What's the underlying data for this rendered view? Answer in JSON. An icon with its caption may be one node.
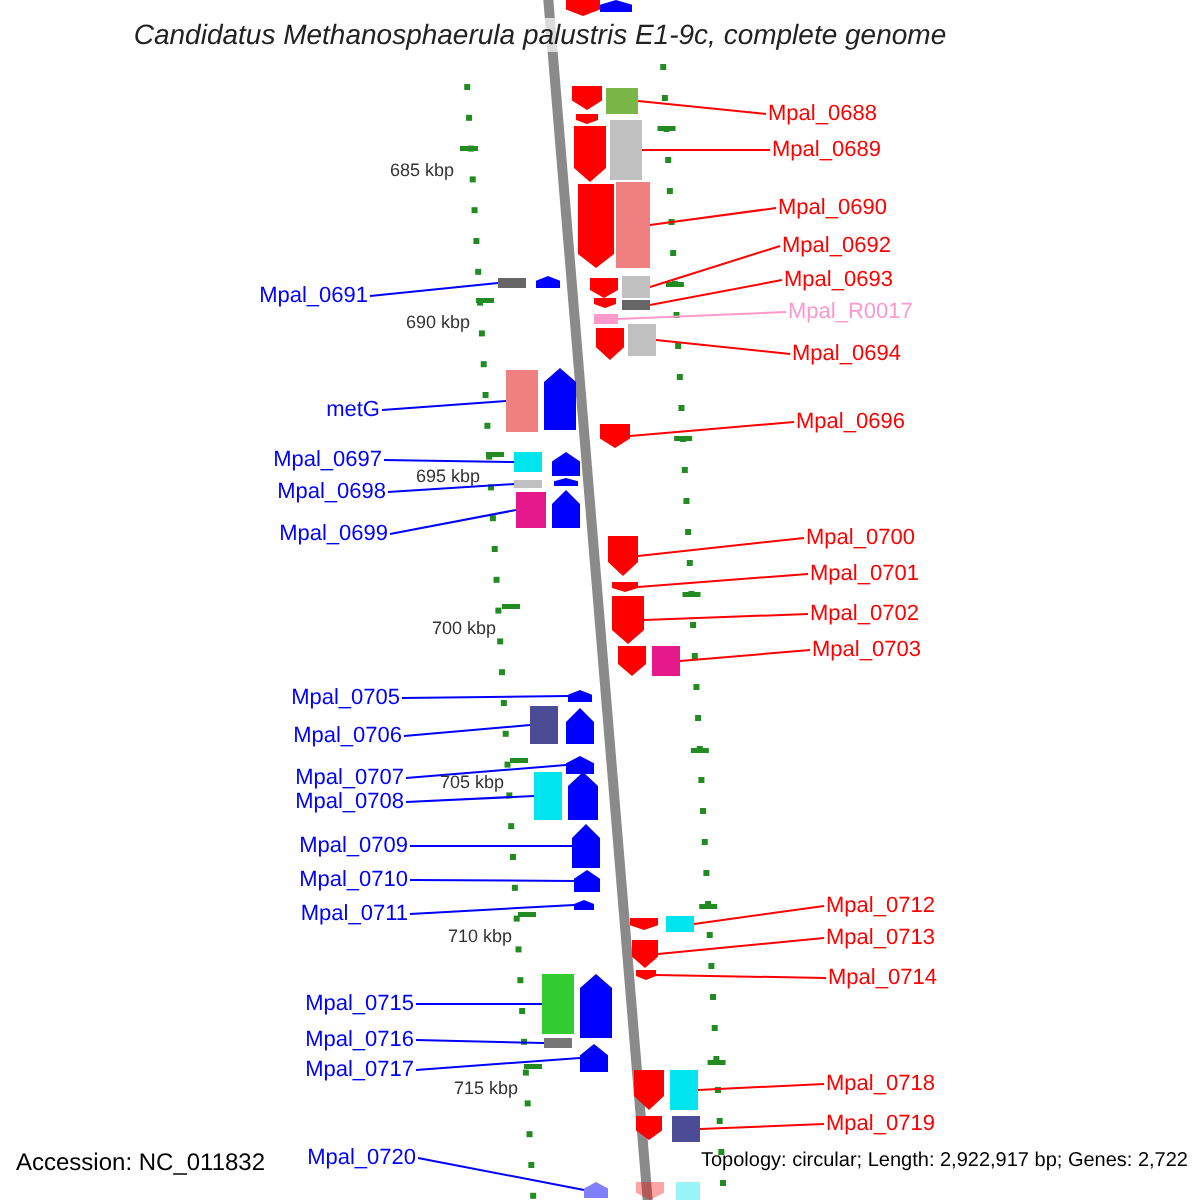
{
  "diagram": {
    "title": "Candidatus Methanosphaerula palustris E1-9c, complete genome",
    "nodes": [
      {
        "text": [
          "Mpal_0688"
        ]
      },
      {
        "text": [],
        "shape": "bar"
      },
      {
        "text": [
          "Mpal_0689"
        ]
      },
      {
        "text": [],
        "shape": "bar"
      },
      {
        "text": [
          "Mpal_0690"
        ]
      },
      {
        "text": [],
        "shape": "bar"
      },
      {
        "text": [
          "Mpal_0692"
        ]
      },
      {
        "text": [],
        "shape": "bar"
      },
      {
        "text": [
          "Mpal_0693"
        ]
      },
      {
        "text": [],
        "shape": "bar"
      },
      {
        "text": [
          "Mpal_R0017"
        ]
      },
      {
        "text": [],
        "shape": "bar"
      },
      {
        "text": [
          "Mpal_0694"
        ]
      },
      {
        "text": [],
        "shape": "bar"
      },
      {
        "text": [
          "Mpal_0696"
        ]
      },
      {
        "text": [],
        "shape": "pentagon"
      },
      {
        "text": [
          "Mpal_0700"
        ]
      },
      {
        "text": [],
        "shape": "pentagon"
      },
      {
        "text": [
          "Mpal_0701"
        ]
      },
      {
        "text": [],
        "shape": "pentagon"
      },
      {
        "text": [
          "Mpal_0702"
        ]
      },
      {
        "text": [],
        "shape": "pentagon"
      },
      {
        "text": [
          "Mpal_0703"
        ]
      },
      {
        "text": [],
        "shape": "bar"
      },
      {
        "text": [
          "Mpal_0712"
        ]
      },
      {
        "text": [],
        "shape": "bar"
      },
      {
        "text": [
          "Mpal_0713"
        ]
      },
      {
        "text": [],
        "shape": "pentagon"
      },
      {
        "text": [
          "Mpal_0714"
        ]
      },
      {
        "text": [],
        "shape": "pentagon"
      },
      {
        "text": [
          "Mpal_0718"
        ]
      },
      {
        "text": [],
        "shape": "bar"
      },
      {
        "text": [
          "Mpal_0719"
        ]
      },
      {
        "text": [],
        "shape": "bar"
      },
      {
        "text": [
          "Mpal_0691"
        ]
      },
      {
        "text": [],
        "shape": "bar"
      },
      {
        "text": [
          "metG"
        ]
      },
      {
        "text": [],
        "shape": "bar"
      },
      {
        "text": [
          "Mpal_0697"
        ]
      },
      {
        "text": [],
        "shape": "bar"
      },
      {
        "text": [
          "Mpal_0698"
        ]
      },
      {
        "text": [],
        "shape": "bar"
      },
      {
        "text": [
          "Mpal_0699"
        ]
      },
      {
        "text": [],
        "shape": "bar"
      },
      {
        "text": [
          "Mpal_0705"
        ]
      },
      {
        "text": [],
        "shape": "pentagon"
      },
      {
        "text": [
          "Mpal_0706"
        ]
      },
      {
        "text": [],
        "shape": "bar"
      },
      {
        "text": [
          "Mpal_0707"
        ]
      },
      {
        "text": [],
        "shape": "pentagon"
      },
      {
        "text": [
          "Mpal_0708"
        ]
      },
      {
        "text": [],
        "shape": "bar"
      },
      {
        "text": [
          "Mpal_0709"
        ]
      },
      {
        "text": [],
        "shape": "pentagon"
      },
      {
        "text": [
          "Mpal_0710"
        ]
      },
      {
        "text": [],
        "shape": "pentagon"
      },
      {
        "text": [
          "Mpal_0711"
        ]
      },
      {
        "text": [],
        "shape": "pentagon"
      },
      {
        "text": [
          "Mpal_0715"
        ]
      },
      {
        "text": [],
        "shape": "bar"
      },
      {
        "text": [
          "Mpal_0716"
        ]
      },
      {
        "text": [],
        "shape": "bar"
      },
      {
        "text": [
          "Mpal_0717"
        ]
      },
      {
        "text": [],
        "shape": "pentagon"
      },
      {
        "text": [
          "Mpal_0720"
        ]
      },
      {
        "text": [],
        "shape": "pentagon"
      },
      {
        "text": [],
        "shape": "pentagon"
      },
      {
        "text": [],
        "shape": "pentagon"
      },
      {
        "text": [],
        "shape": "pentagon"
      },
      {
        "text": [],
        "shape": "pentagon"
      },
      {
        "text": [],
        "shape": "pentagon"
      },
      {
        "text": [],
        "shape": "pentagon"
      },
      {
        "text": [],
        "shape": "pentagon"
      },
      {
        "text": [],
        "shape": "pentagon"
      },
      {
        "text": [],
        "shape": "pentagon"
      },
      {
        "text": [],
        "shape": "pentagon"
      },
      {
        "text": [],
        "shape": "pentagon"
      },
      {
        "text": [],
        "shape": "pentagon"
      },
      {
        "text": [],
        "shape": "pentagon"
      },
      {
        "text": [],
        "shape": "pentagon"
      },
      {
        "text": [],
        "shape": "pentagon"
      },
      {
        "text": [],
        "shape": "pentagon"
      },
      {
        "text": [],
        "shape": "pentagon"
      },
      {
        "text": [],
        "shape": "pentagon"
      },
      {
        "text": [],
        "shape": "pentagon"
      },
      {
        "text": [],
        "shape": "pentagon"
      },
      {
        "text": [],
        "shape": "pentagon"
      },
      {
        "text": [],
        "shape": "pentagon"
      },
      {
        "text": [],
        "shape": "bar"
      }
    ],
    "edges": [
      {
        "from": 0,
        "to": 1,
        "arrow": "none",
        "color": "#ff0000"
      },
      {
        "from": 2,
        "to": 3,
        "arrow": "none",
        "color": "#ff0000"
      },
      {
        "from": 4,
        "to": 5,
        "arrow": "none",
        "color": "#ff0000"
      },
      {
        "from": 6,
        "to": 7,
        "arrow": "none",
        "color": "#ff0000"
      },
      {
        "from": 8,
        "to": 9,
        "arrow": "none",
        "color": "#ff0000"
      },
      {
        "from": 10,
        "to": 11,
        "arrow": "none",
        "color": "#ff99cc"
      },
      {
        "from": 12,
        "to": 13,
        "arrow": "none",
        "color": "#ff0000"
      },
      {
        "from": 14,
        "to": 15,
        "arrow": "none",
        "color": "#ff0000"
      },
      {
        "from": 16,
        "to": 17,
        "arrow": "none",
        "color": "#ff0000"
      },
      {
        "from": 18,
        "to": 19,
        "arrow": "none",
        "color": "#ff0000"
      },
      {
        "from": 20,
        "to": 21,
        "arrow": "none",
        "color": "#ff0000"
      },
      {
        "from": 22,
        "to": 23,
        "arrow": "none",
        "color": "#ff0000"
      },
      {
        "from": 24,
        "to": 25,
        "arrow": "none",
        "color": "#ff0000"
      },
      {
        "from": 26,
        "to": 27,
        "arrow": "none",
        "color": "#ff0000"
      },
      {
        "from": 28,
        "to": 29,
        "arrow": "none",
        "color": "#ff0000"
      },
      {
        "from": 30,
        "to": 31,
        "arrow": "none",
        "color": "#ff0000"
      },
      {
        "from": 32,
        "to": 33,
        "arrow": "none",
        "color": "#ff0000"
      },
      {
        "from": 34,
        "to": 35,
        "arrow": "none",
        "color": "#0000ff"
      },
      {
        "from": 36,
        "to": 37,
        "arrow": "none",
        "color": "#0000ff"
      },
      {
        "from": 38,
        "to": 39,
        "arrow": "none",
        "color": "#0000ff"
      },
      {
        "from": 40,
        "to": 41,
        "arrow": "none",
        "color": "#0000ff"
      },
      {
        "from": 42,
        "to": 43,
        "arrow": "none",
        "color": "#0000ff"
      },
      {
        "from": 44,
        "to": 45,
        "arrow": "none",
        "color": "#0000ff"
      },
      {
        "from": 46,
        "to": 47,
        "arrow": "none",
        "color": "#0000ff"
      },
      {
        "from": 48,
        "to": 49,
        "arrow": "none",
        "color": "#0000ff"
      },
      {
        "from": 50,
        "to": 51,
        "arrow": "none",
        "color": "#0000ff"
      },
      {
        "from": 52,
        "to": 53,
        "arrow": "none",
        "color": "#0000ff"
      },
      {
        "from": 54,
        "to": 55,
        "arrow": "none",
        "color": "#0000ff"
      },
      {
        "from": 56,
        "to": 57,
        "arrow": "none",
        "color": "#0000ff"
      },
      {
        "from": 58,
        "to": 59,
        "arrow": "none",
        "color": "#0000ff"
      },
      {
        "from": 60,
        "to": 61,
        "arrow": "none",
        "color": "#0000ff"
      },
      {
        "from": 62,
        "to": 63,
        "arrow": "none",
        "color": "#0000ff"
      },
      {
        "from": 64,
        "to": 65,
        "arrow": "none",
        "color": "#0000ff"
      }
    ],
    "labels": [
      "685 kbp",
      "690 kbp",
      "695 kbp",
      "700 kbp",
      "705 kbp",
      "710 kbp",
      "715 kbp",
      "Accession: NC_011832",
      "Topology: circular; Length: 2,922,917 bp; Genes: 2,722"
    ]
  }
}
